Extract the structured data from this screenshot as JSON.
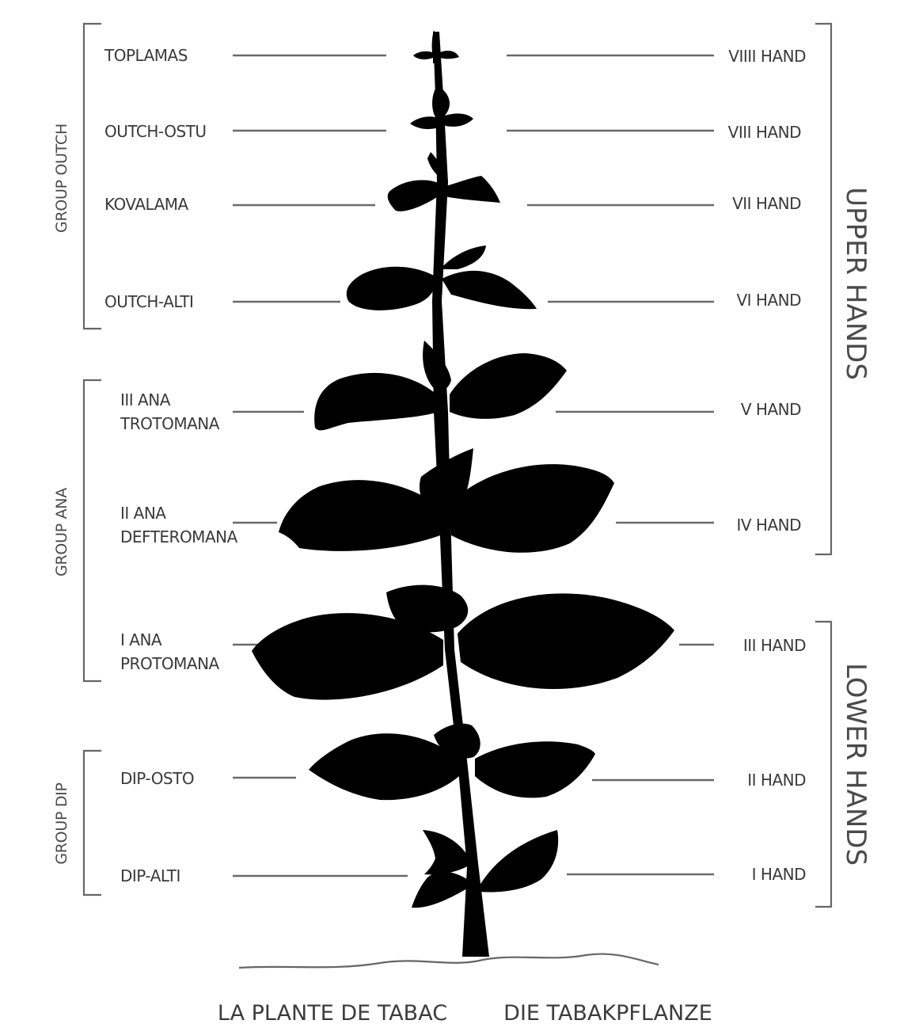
{
  "left_labels": [
    {
      "lines": [
        "TOPLAMAS"
      ]
    },
    {
      "lines": [
        "OUTCH-OSTU"
      ]
    },
    {
      "lines": [
        "KOVALAMA"
      ]
    },
    {
      "lines": [
        "OUTCH-ALTI"
      ]
    },
    {
      "lines": [
        "III ANA",
        "TROTOMANA"
      ]
    },
    {
      "lines": [
        "II ANA",
        "DEFTEROMANA"
      ]
    },
    {
      "lines": [
        "I ANA",
        "PROTOMANA"
      ]
    },
    {
      "lines": [
        "DIP-OSTO"
      ]
    },
    {
      "lines": [
        "DIP-ALTI"
      ]
    }
  ],
  "right_labels": [
    "VIIII HAND",
    "VIII HAND",
    "VII HAND",
    "VI HAND",
    "V HAND",
    "IV HAND",
    "III HAND",
    "II HAND",
    "I HAND"
  ],
  "groups_left": [
    "GROUP OUTCH",
    "GROUP ANA",
    "GROUP DIP"
  ],
  "groups_right": [
    "UPPER HANDS",
    "LOWER HANDS"
  ],
  "caption": {
    "french": "LA PLANTE DE TABAC",
    "german": "DIE TABAKPFLANZE"
  },
  "colors": {
    "plant": "#000000",
    "text": "#3a3a3a",
    "lines": "#6a6a6a"
  }
}
